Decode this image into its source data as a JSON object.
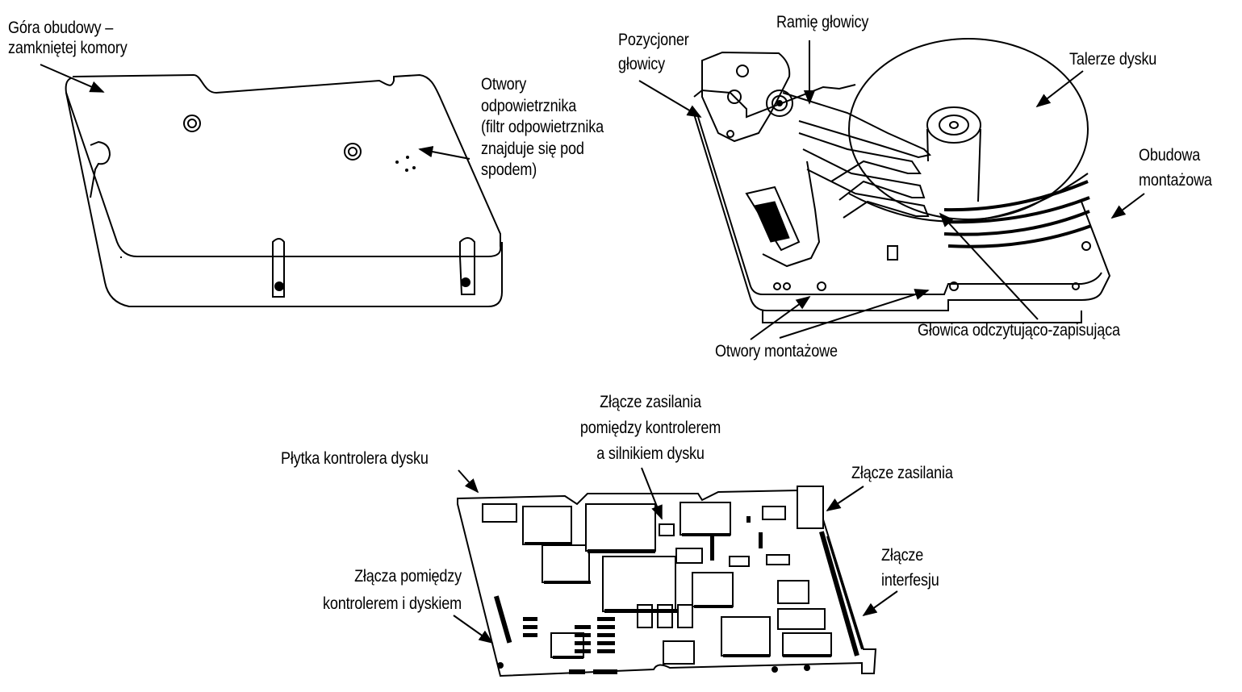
{
  "figure": {
    "subject": "Hard disk drive components",
    "colors": {
      "ink": "#000000",
      "paper": "#ffffff"
    }
  },
  "top_cover": {
    "cover_label": [
      "Góra obudowy –",
      "zamkniętej komory"
    ],
    "vent_label": [
      "Otwory",
      "odpowietrznika",
      "(filtr odpowietrznika",
      "znajduje się pod",
      "spodem)"
    ]
  },
  "drive_assembly": {
    "head_positioner_label": [
      "Pozycjoner",
      "głowicy"
    ],
    "head_arm_label": [
      "Ramię głowicy"
    ],
    "platters_label": [
      "Talerze dysku"
    ],
    "mounting_frame_label": [
      "Obudowa",
      "montażowa"
    ],
    "mounting_holes_label": [
      "Otwory montażowe"
    ],
    "read_write_head_label": [
      "Głowica odczytująco-zapisująca"
    ]
  },
  "controller_board": {
    "board_label": [
      "Płytka kontrolera dysku"
    ],
    "motor_power_connector_label": [
      "Złącze zasilania",
      "pomiędzy kontrolerem",
      "a silnikiem dysku"
    ],
    "power_connector_label": [
      "Złącze zasilania"
    ],
    "drive_connectors_label": [
      "Złącza pomiędzy",
      "kontrolerem i dyskiem"
    ],
    "interface_connector_label": [
      "Złącze",
      "interfesju"
    ]
  }
}
